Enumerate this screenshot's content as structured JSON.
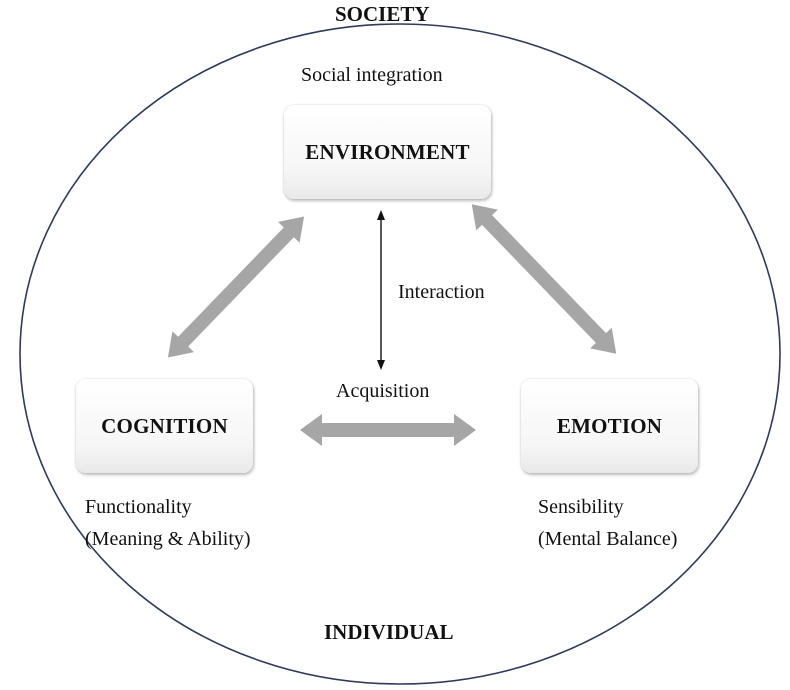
{
  "outer": {
    "top_label": "SOCIETY",
    "bottom_label": "INDIVIDUAL"
  },
  "nodes": {
    "environment": {
      "title": "ENVIRONMENT",
      "caption": "Social integration"
    },
    "cognition": {
      "title": "COGNITION",
      "caption_line1": "Functionality",
      "caption_line2": "(Meaning & Ability)"
    },
    "emotion": {
      "title": "EMOTION",
      "caption_line1": "Sensibility",
      "caption_line2": "(Mental Balance)"
    }
  },
  "relations": {
    "interaction": "Interaction",
    "acquisition": "Acquisition"
  },
  "colors": {
    "arrow_fill": "#a6a6a6",
    "ellipse_stroke": "#2f3a5a",
    "text": "#111111"
  }
}
